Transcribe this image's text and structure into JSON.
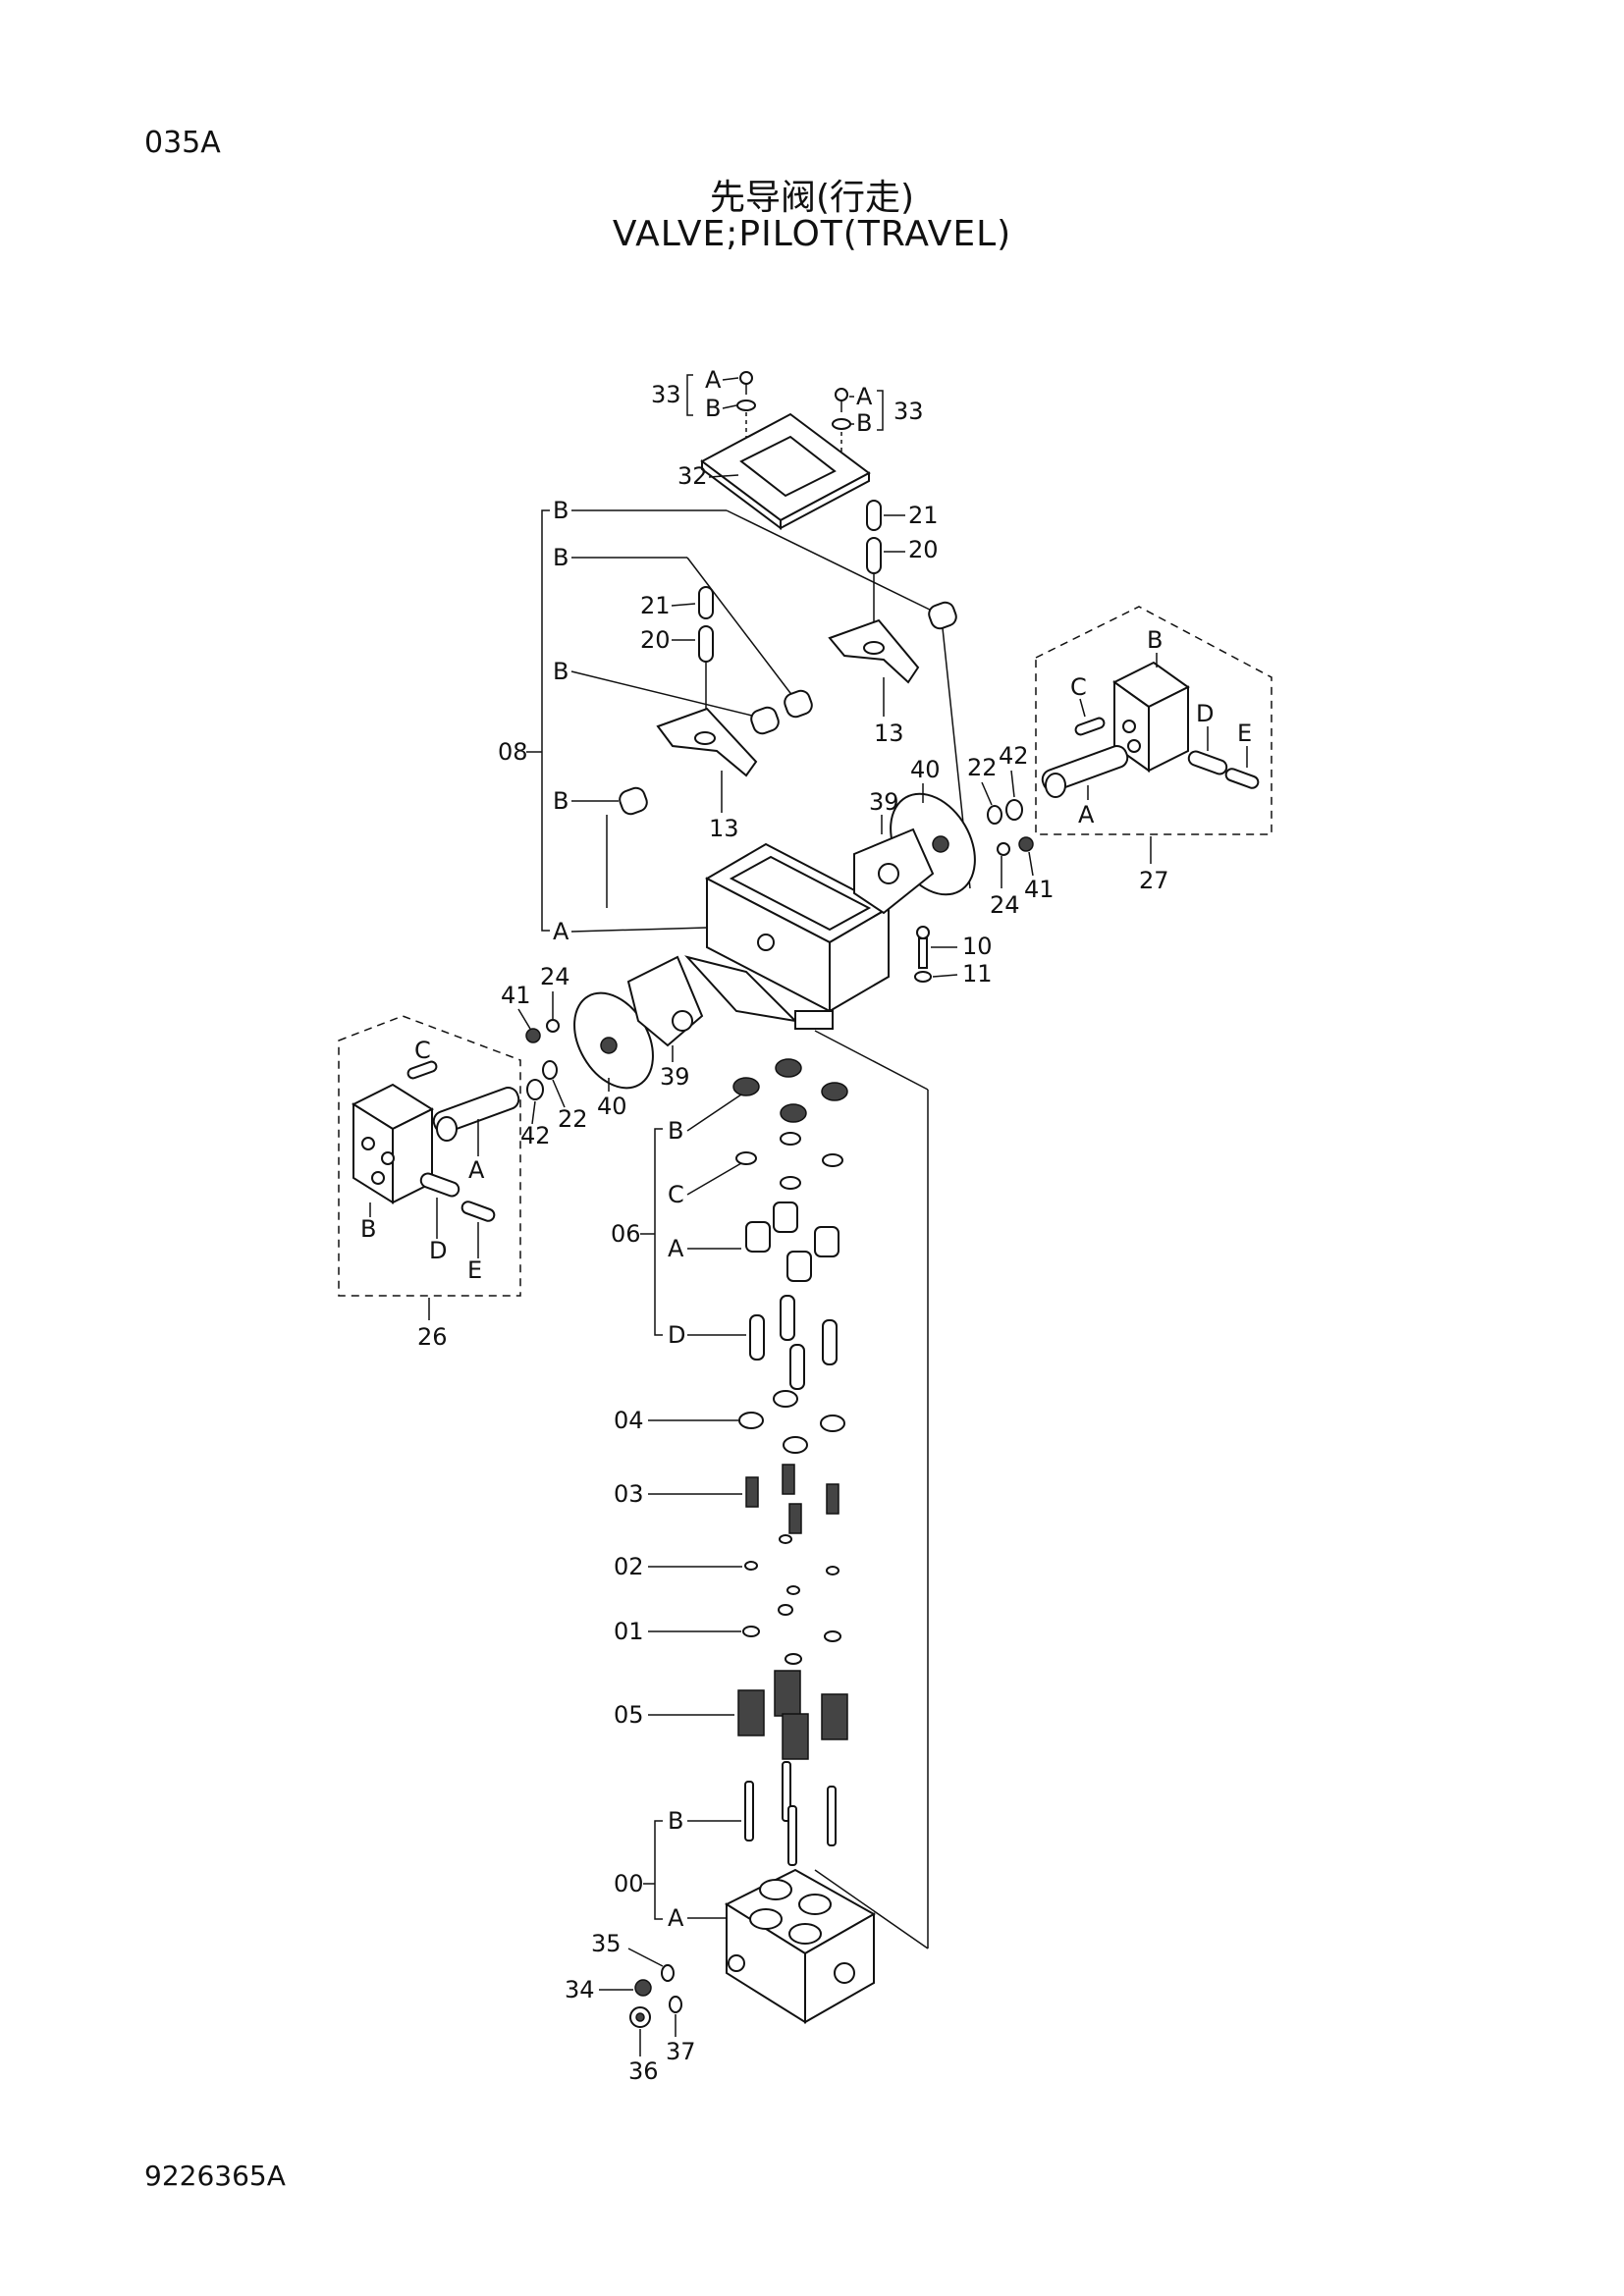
{
  "header": {
    "page_code": "035A",
    "title_cn": "先导阀(行走)",
    "title_en": "VALVE;PILOT(TRAVEL)"
  },
  "footer": {
    "doc_number": "9226365A"
  },
  "labels": {
    "n33": "33",
    "n32": "32",
    "n21": "21",
    "n20": "20",
    "n08": "08",
    "n13": "13",
    "n40": "40",
    "n39": "39",
    "n22": "22",
    "n42": "42",
    "n24": "24",
    "n41": "41",
    "n27": "27",
    "n10": "10",
    "n11": "11",
    "n26": "26",
    "n06": "06",
    "n04": "04",
    "n03": "03",
    "n02": "02",
    "n01": "01",
    "n05": "05",
    "n00": "00",
    "n35": "35",
    "n34": "34",
    "n36": "36",
    "n37": "37",
    "A": "A",
    "B": "B",
    "C": "C",
    "D": "D",
    "E": "E"
  }
}
